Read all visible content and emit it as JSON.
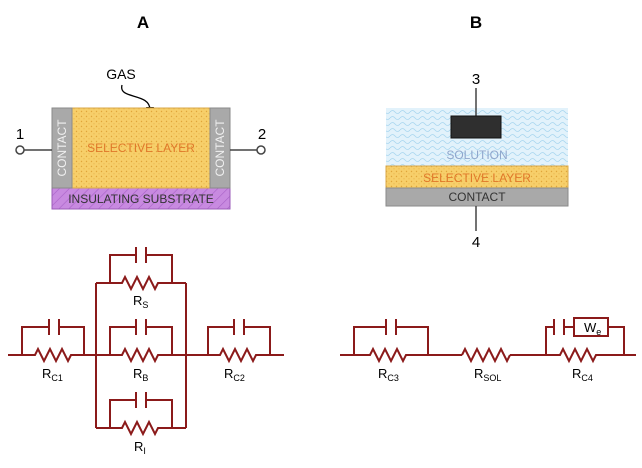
{
  "panel_a": {
    "title": "A",
    "gas_label": "GAS",
    "terminal_1": "1",
    "terminal_2": "2",
    "contact_left": "CONTACT",
    "contact_right": "CONTACT",
    "selective_layer": "SELECTIVE LAYER",
    "substrate": "INSULATING SUBSTRATE"
  },
  "panel_b": {
    "title": "B",
    "terminal_3": "3",
    "terminal_4": "4",
    "solution": "SOLUTION",
    "selective_layer": "SELECTIVE LAYER",
    "contact": "CONTACT"
  },
  "circuit_a": {
    "rc1": {
      "base": "R",
      "sub": "C1"
    },
    "rs": {
      "base": "R",
      "sub": "S"
    },
    "rb": {
      "base": "R",
      "sub": "B"
    },
    "ri": {
      "base": "R",
      "sub": "I"
    },
    "rc2": {
      "base": "R",
      "sub": "C2"
    }
  },
  "circuit_b": {
    "rc3": {
      "base": "R",
      "sub": "C3"
    },
    "rsol": {
      "base": "R",
      "sub": "SOL"
    },
    "rc4": {
      "base": "R",
      "sub": "C4"
    },
    "warburg": {
      "base": "W",
      "sub": "e"
    }
  },
  "colors": {
    "wire": "#8b1a1a",
    "selective_fill": "#f7cf6a",
    "selective_text": "#e0782a",
    "contact_fill": "#a9a9a9",
    "substrate_fill": "#c78ae0",
    "solution_fill": "#dff0fa",
    "solution_text": "#8fa6cc",
    "electrode_fill": "#2f2f2f"
  }
}
